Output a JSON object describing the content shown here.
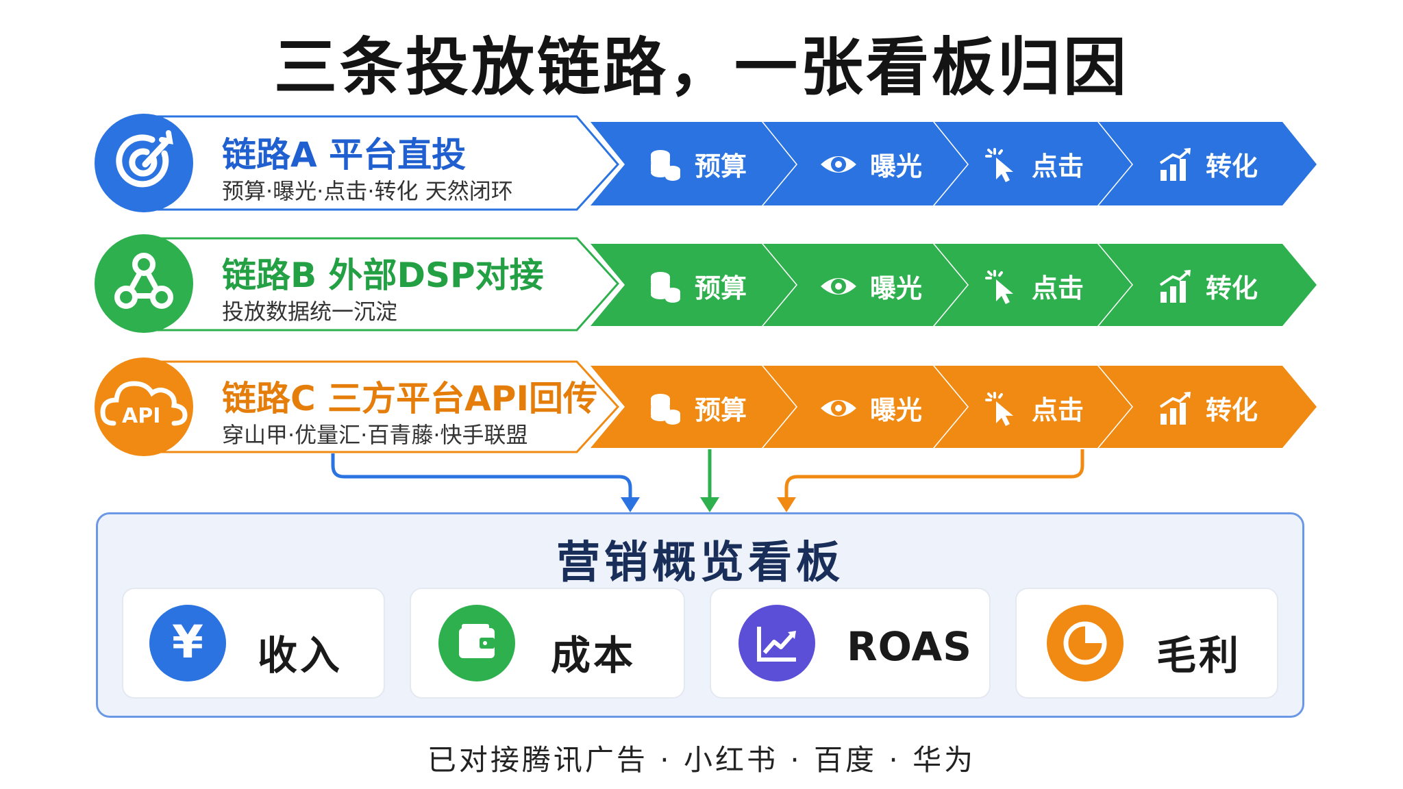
{
  "title": "三条投放链路，一张看板归因",
  "chains": [
    {
      "name": "链路A 平台直投",
      "subtitle": "预算·曝光·点击·转化 天然闭环",
      "color": "#2a73e0",
      "icon": "target-icon",
      "steps": [
        "预算",
        "曝光",
        "点击",
        "转化"
      ]
    },
    {
      "name": "链路B 外部DSP对接",
      "subtitle": "投放数据统一沉淀",
      "color": "#2fb04f",
      "icon": "network-icon",
      "steps": [
        "预算",
        "曝光",
        "点击",
        "转化"
      ]
    },
    {
      "name": "链路C 三方平台API回传",
      "subtitle": "穿山甲·优量汇·百青藤·快手联盟",
      "color": "#f08a12",
      "icon": "api-cloud-icon",
      "icon_text": "API",
      "steps": [
        "预算",
        "曝光",
        "点击",
        "转化"
      ]
    }
  ],
  "step_icons": [
    "coins-icon",
    "eye-icon",
    "cursor-click-icon",
    "bar-chart-up-icon"
  ],
  "dashboard": {
    "title": "营销概览看板",
    "cards": [
      {
        "label": "收入",
        "icon": "yen-icon",
        "icon_text": "¥",
        "color": "#2a73e0"
      },
      {
        "label": "成本",
        "icon": "wallet-icon",
        "color": "#2fb04f"
      },
      {
        "label": "ROAS",
        "icon": "trend-chart-icon",
        "color": "#5b4fd8"
      },
      {
        "label": "毛利",
        "icon": "pie-chart-icon",
        "color": "#f08a12"
      }
    ]
  },
  "footer": "已对接腾讯广告 · 小红书 · 百度 · 华为"
}
